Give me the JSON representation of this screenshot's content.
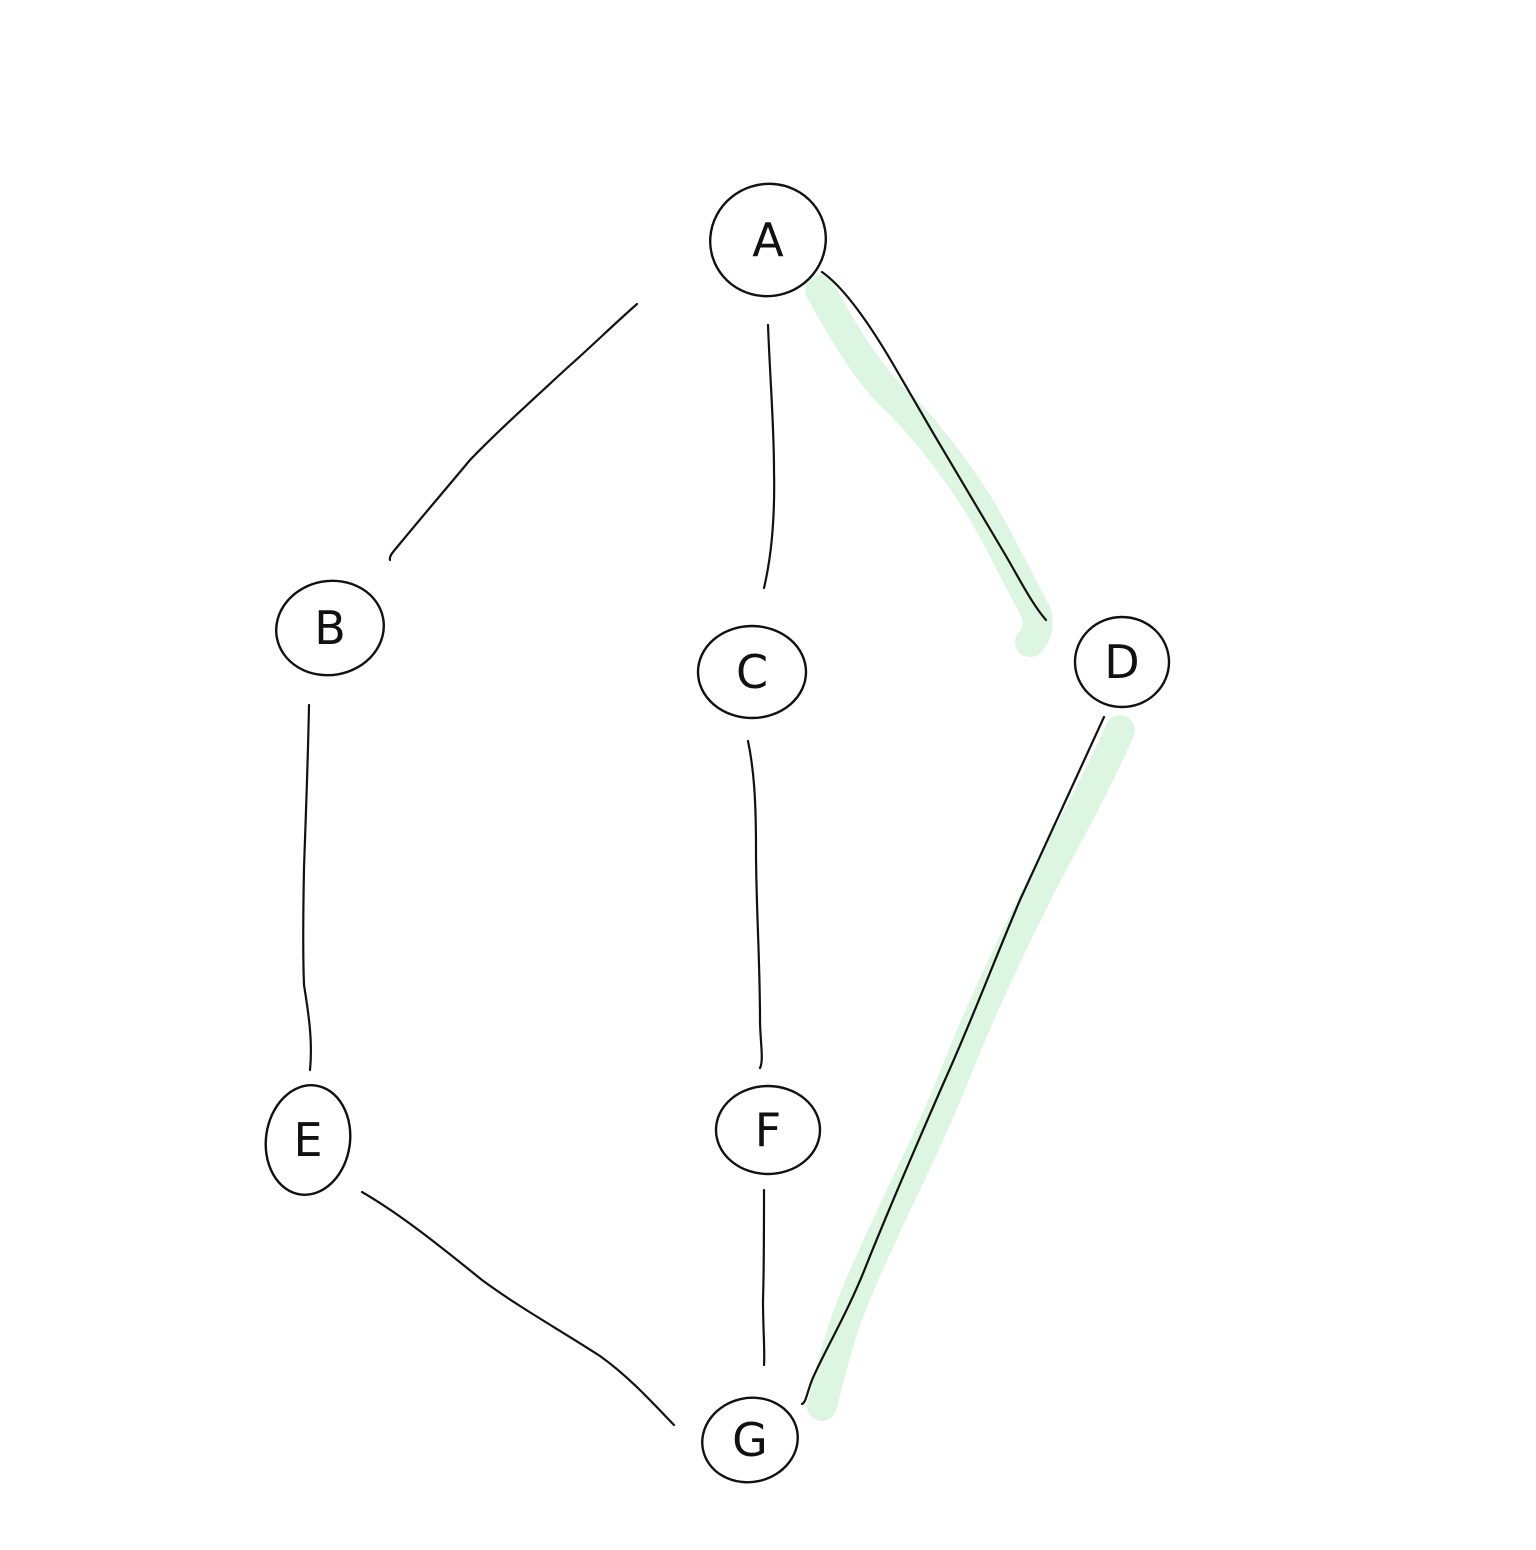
{
  "diagram": {
    "nodes": [
      {
        "id": "A",
        "label": "A"
      },
      {
        "id": "B",
        "label": "B"
      },
      {
        "id": "C",
        "label": "C"
      },
      {
        "id": "D",
        "label": "D"
      },
      {
        "id": "E",
        "label": "E"
      },
      {
        "id": "F",
        "label": "F"
      },
      {
        "id": "G",
        "label": "G"
      }
    ],
    "edges": [
      {
        "from": "A",
        "to": "B",
        "highlighted": false
      },
      {
        "from": "A",
        "to": "C",
        "highlighted": false
      },
      {
        "from": "A",
        "to": "D",
        "highlighted": true
      },
      {
        "from": "B",
        "to": "E",
        "highlighted": false
      },
      {
        "from": "C",
        "to": "F",
        "highlighted": false
      },
      {
        "from": "D",
        "to": "G",
        "highlighted": true
      },
      {
        "from": "E",
        "to": "G",
        "highlighted": false
      },
      {
        "from": "F",
        "to": "G",
        "highlighted": false
      }
    ],
    "highlight_color": "#d6f5dc",
    "line_color": "#111111"
  }
}
